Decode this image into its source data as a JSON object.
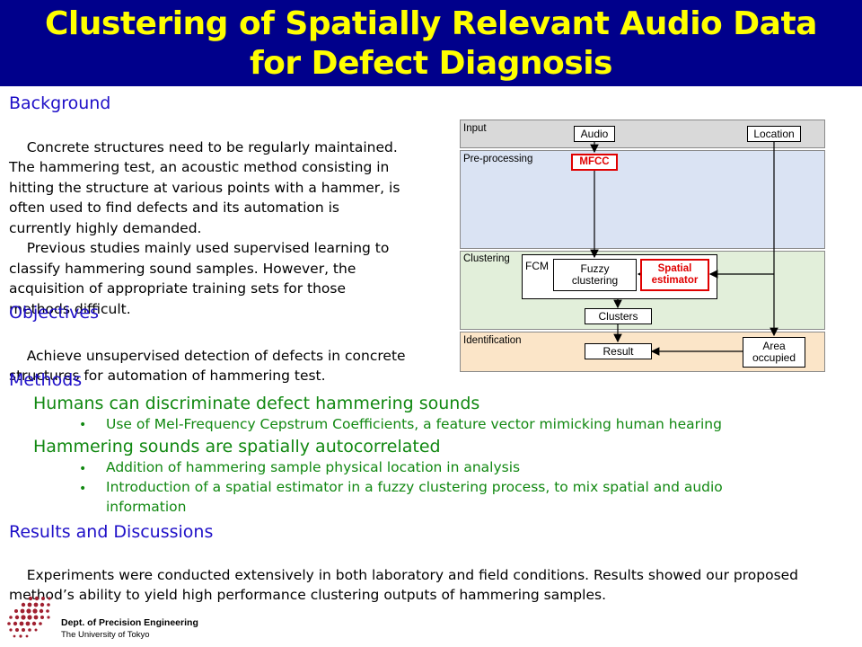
{
  "title": {
    "line1": "Clustering of Spatially Relevant Audio Data",
    "line2": "for Defect Diagnosis"
  },
  "background": {
    "heading": "Background",
    "lines": [
      "    Concrete structures need to be regularly maintained.",
      "The hammering test, an acoustic method consisting in",
      "hitting the structure at various points with a hammer, is",
      "often used to find defects and its automation is",
      "currently highly demanded.",
      "    Previous studies mainly used supervised learning to",
      "classify hammering sound samples. However, the",
      "acquisition of appropriate training sets for those",
      "methods difficult."
    ]
  },
  "objectives": {
    "heading": "Objectives",
    "lines": [
      "    Achieve unsupervised detection of defects in concrete",
      "structures for automation of hammering test."
    ]
  },
  "methods": {
    "heading": "Methods",
    "point1": {
      "heading": "Humans can discriminate defect hammering sounds",
      "bullets": [
        "Use of Mel-Frequency Cepstrum Coefficients, a feature vector mimicking human hearing"
      ]
    },
    "point2": {
      "heading": "Hammering sounds are spatially autocorrelated",
      "bullets": [
        "Addition of hammering sample physical location in analysis",
        "Introduction of a spatial estimator in a fuzzy clustering process, to mix spatial and audio",
        "information"
      ]
    },
    "bullet_symbol": "•"
  },
  "results": {
    "heading": "Results and Discussions",
    "lines": [
      "    Experiments were conducted extensively in both laboratory and field conditions. Results showed our proposed",
      "method’s ability to yield high performance clustering outputs of hammering samples."
    ]
  },
  "diagram": {
    "bands": {
      "input": "Input",
      "preprocessing": "Pre-processing",
      "clustering": "Clustering",
      "identification": "Identification"
    },
    "boxes": {
      "audio": "Audio",
      "location": "Location",
      "mfcc": "MFCC",
      "fcm": "FCM",
      "fuzzy_clustering": [
        "Fuzzy",
        "clustering"
      ],
      "spatial_estimator": [
        "Spatial",
        "estimator"
      ],
      "clusters": "Clusters",
      "result": "Result",
      "area_occupied": [
        "Area",
        "occupied"
      ]
    },
    "colors": {
      "input_band": "#d9d9d9",
      "preprocessing_band": "#dae3f3",
      "clustering_band": "#e2efda",
      "identification_band": "#fbe5c8",
      "highlight": "#e00000"
    }
  },
  "footer": {
    "dept": "Dept. of Precision Engineering",
    "university": "The University of Tokyo"
  },
  "theme": {
    "title_bg": "#00008b",
    "title_fg": "#ffff00",
    "heading_blue": "#1f10c8",
    "method_green": "#118811",
    "logo_red": "#a02030"
  }
}
